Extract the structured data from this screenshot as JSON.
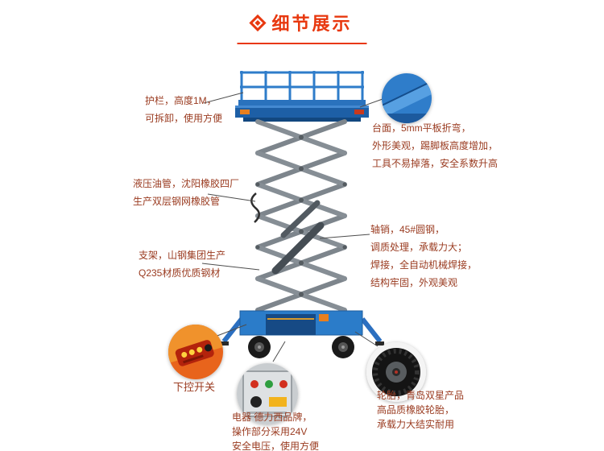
{
  "header": {
    "title": "细节展示"
  },
  "callouts": {
    "guardrail": {
      "lines": [
        "护栏，高度1M，",
        "可拆卸，使用方便"
      ]
    },
    "platform": {
      "lines": [
        "台面，5mm平板折弯，",
        "外形美观，踢脚板高度增加，",
        "工具不易掉落，安全系数升高"
      ]
    },
    "hose": {
      "lines": [
        "液压油管，沈阳橡胶四厂",
        "生产双层钢网橡胶管"
      ]
    },
    "frame": {
      "lines": [
        "支架，山钢集团生产",
        "Q235材质优质钢材"
      ]
    },
    "pin": {
      "lines": [
        "轴销，45#圆钢，",
        "调质处理，承载力大；",
        "焊接，全自动机械焊接，",
        "结构牢固，外观美观"
      ]
    },
    "remote": {
      "label": "下控开关"
    },
    "electric": {
      "lines": [
        "电器 德力西品牌，",
        "操作部分采用24V",
        "安全电压，使用方便"
      ]
    },
    "tire": {
      "lines": [
        "轮胎，青岛双星产品",
        "高品质橡胶轮胎，",
        "承载力大结实耐用"
      ]
    }
  },
  "colors": {
    "title_red": "#e8380f",
    "callout_text": "#9a3b20",
    "lift_blue": "#2e7cca",
    "scissor_gray": "#7d858c",
    "connector_gray": "#4d4d4d"
  }
}
